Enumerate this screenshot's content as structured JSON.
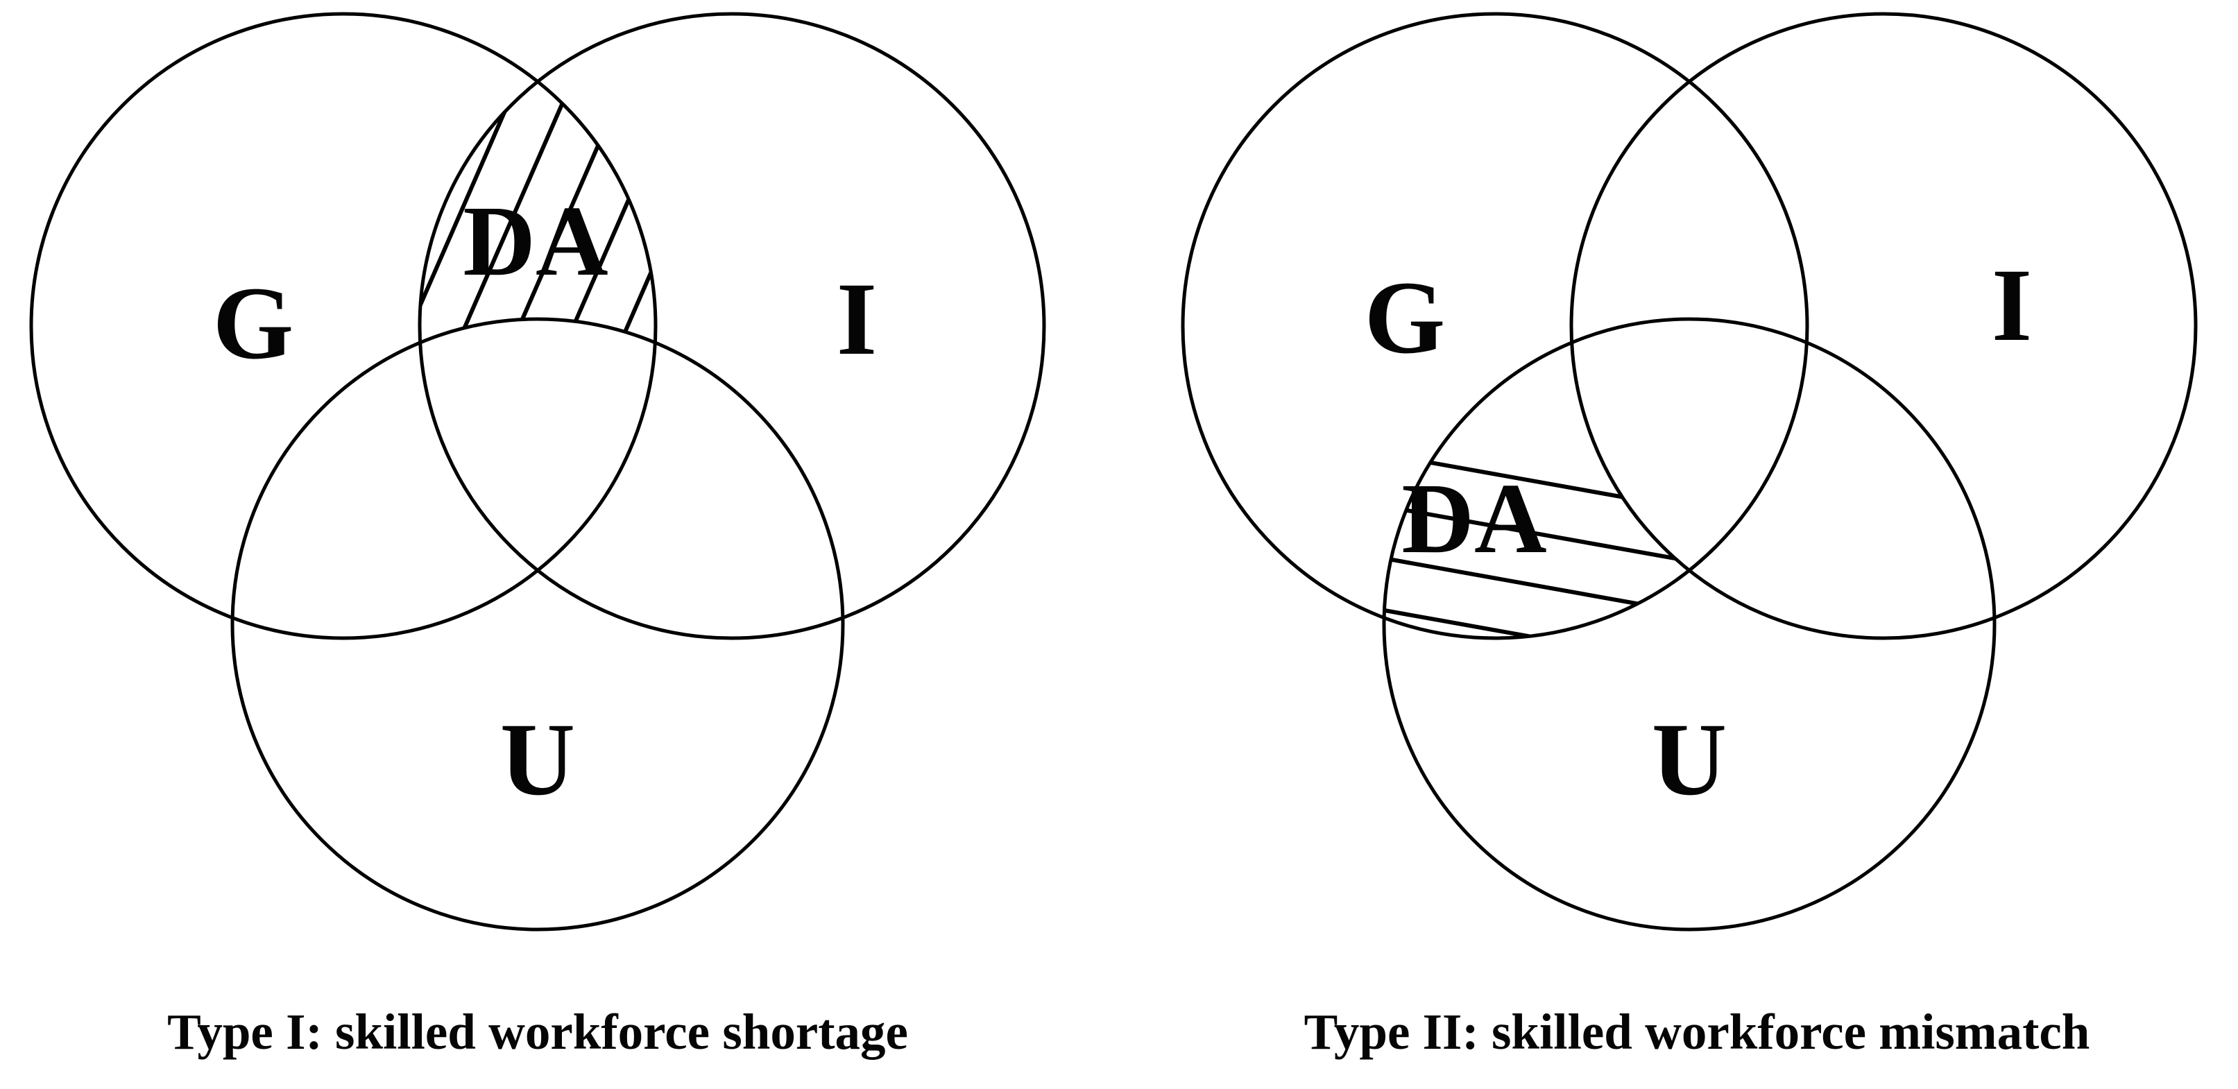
{
  "figure": {
    "background": "#ffffff",
    "line_color": "#000000",
    "text_color": "#050505",
    "diagrams": [
      {
        "id": "type-1",
        "caption": "Type I: skilled workforce shortage",
        "sets": {
          "g": "G",
          "i": "I",
          "u": "U"
        },
        "overlap_label": "DA",
        "hatched_region": "G∩I excluding U",
        "hatch_direction": "diagonal"
      },
      {
        "id": "type-2",
        "caption": "Type II: skilled workforce mismatch",
        "sets": {
          "g": "G",
          "i": "I",
          "u": "U"
        },
        "overlap_label": "DA",
        "hatched_region": "G∩U excluding I",
        "hatch_direction": "horizontal"
      }
    ]
  }
}
